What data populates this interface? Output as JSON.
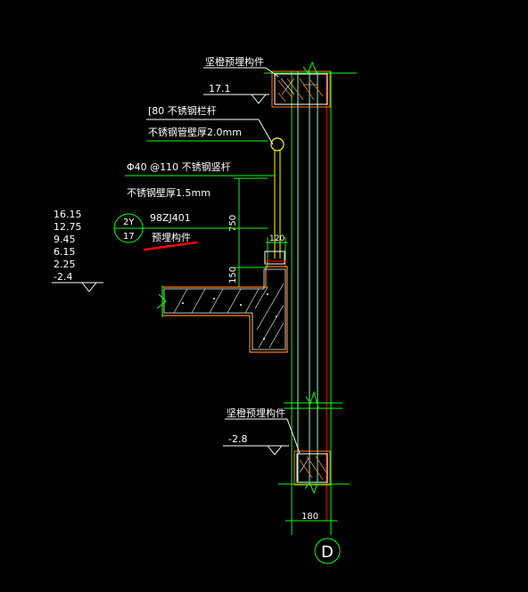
{
  "colors": {
    "background": "#000000",
    "white": "#ffffff",
    "green": "#00ff00",
    "cyan": "#00ffff",
    "yellow": "#ffff00",
    "red": "#ff0000",
    "hatch_orange": "#ff8000",
    "wall_line_cyan": "#7fffd4"
  },
  "labels": {
    "embedded_part_top": "坚橙预埋构件",
    "elev_top": "17.1",
    "rail_spec": "[80 不锈钢栏杆",
    "rail_wall": "不锈钢管壁厚2.0mm",
    "bar_spec": "Φ40 @110 不锈钢竖杆",
    "bar_wall": "不锈钢壁厚1.5mm",
    "ref_code": "98ZJ401",
    "embedded_part_mid": "预埋构件",
    "elevations": [
      "16.15",
      "12.75",
      "9.45",
      "6.15",
      "2.25",
      "-2.4"
    ],
    "detail_top": "2Y",
    "detail_bottom": "17",
    "dim_750": "750",
    "dim_150": "150",
    "dim_120": "120",
    "embedded_part_bottom": "坚橙预埋构件",
    "elev_bottom": "-2.8",
    "dim_180": "180",
    "axis": "D"
  }
}
